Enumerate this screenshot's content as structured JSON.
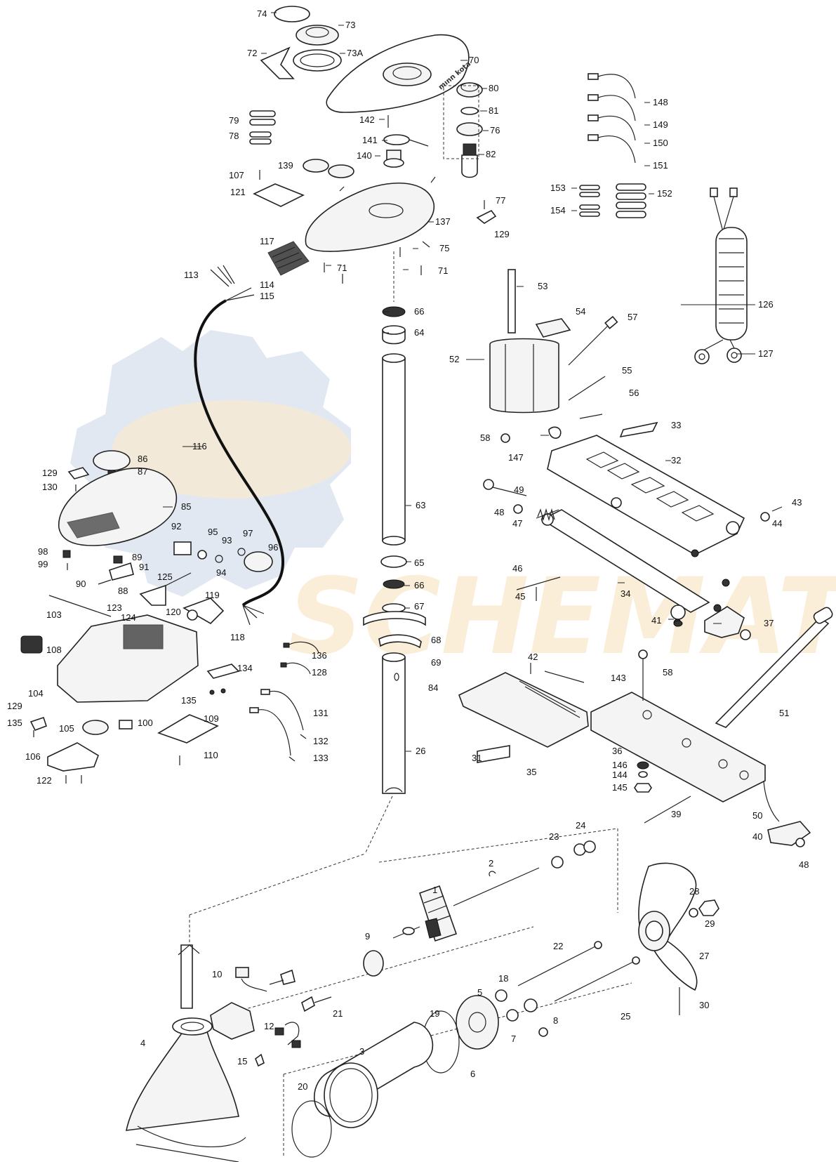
{
  "watermark": {
    "text": "SCHEMATIC",
    "brand_text": "mınn kota",
    "color_blue": "#c9d6e6",
    "color_orange": "#f6d9a8"
  },
  "labels": [
    {
      "id": "74",
      "text": "74"
    },
    {
      "id": "73",
      "text": "73"
    },
    {
      "id": "72",
      "text": "72"
    },
    {
      "id": "73A",
      "text": "73A"
    },
    {
      "id": "70",
      "text": "70"
    },
    {
      "id": "80",
      "text": "80"
    },
    {
      "id": "81",
      "text": "81"
    },
    {
      "id": "76",
      "text": "76"
    },
    {
      "id": "82",
      "text": "82"
    },
    {
      "id": "142",
      "text": "142"
    },
    {
      "id": "141",
      "text": "141"
    },
    {
      "id": "140",
      "text": "140"
    },
    {
      "id": "79",
      "text": "79"
    },
    {
      "id": "78",
      "text": "78"
    },
    {
      "id": "139",
      "text": "139"
    },
    {
      "id": "107",
      "text": "107"
    },
    {
      "id": "121",
      "text": "121"
    },
    {
      "id": "137",
      "text": "137"
    },
    {
      "id": "77",
      "text": "77"
    },
    {
      "id": "129a",
      "text": "129"
    },
    {
      "id": "75",
      "text": "75"
    },
    {
      "id": "117",
      "text": "117"
    },
    {
      "id": "71a",
      "text": "71"
    },
    {
      "id": "71b",
      "text": "71"
    },
    {
      "id": "113",
      "text": "113"
    },
    {
      "id": "114",
      "text": "114"
    },
    {
      "id": "115",
      "text": "115"
    },
    {
      "id": "148",
      "text": "148"
    },
    {
      "id": "149",
      "text": "149"
    },
    {
      "id": "150",
      "text": "150"
    },
    {
      "id": "151",
      "text": "151"
    },
    {
      "id": "153",
      "text": "153"
    },
    {
      "id": "152",
      "text": "152"
    },
    {
      "id": "154",
      "text": "154"
    },
    {
      "id": "126",
      "text": "126"
    },
    {
      "id": "127",
      "text": "127"
    },
    {
      "id": "66a",
      "text": "66"
    },
    {
      "id": "64",
      "text": "64"
    },
    {
      "id": "53",
      "text": "53"
    },
    {
      "id": "54",
      "text": "54"
    },
    {
      "id": "57",
      "text": "57"
    },
    {
      "id": "52",
      "text": "52"
    },
    {
      "id": "55",
      "text": "55"
    },
    {
      "id": "56",
      "text": "56"
    },
    {
      "id": "33",
      "text": "33"
    },
    {
      "id": "58a",
      "text": "58"
    },
    {
      "id": "147",
      "text": "147"
    },
    {
      "id": "32",
      "text": "32"
    },
    {
      "id": "116",
      "text": "116"
    },
    {
      "id": "86",
      "text": "86"
    },
    {
      "id": "87",
      "text": "87"
    },
    {
      "id": "129b",
      "text": "129"
    },
    {
      "id": "130",
      "text": "130"
    },
    {
      "id": "63",
      "text": "63"
    },
    {
      "id": "85",
      "text": "85"
    },
    {
      "id": "49",
      "text": "49"
    },
    {
      "id": "48a",
      "text": "48"
    },
    {
      "id": "43",
      "text": "43"
    },
    {
      "id": "44",
      "text": "44"
    },
    {
      "id": "47",
      "text": "47"
    },
    {
      "id": "92",
      "text": "92"
    },
    {
      "id": "95",
      "text": "95"
    },
    {
      "id": "93",
      "text": "93"
    },
    {
      "id": "97",
      "text": "97"
    },
    {
      "id": "96",
      "text": "96"
    },
    {
      "id": "98",
      "text": "98"
    },
    {
      "id": "99",
      "text": "99"
    },
    {
      "id": "89",
      "text": "89"
    },
    {
      "id": "91",
      "text": "91"
    },
    {
      "id": "94",
      "text": "94"
    },
    {
      "id": "65",
      "text": "65"
    },
    {
      "id": "46",
      "text": "46"
    },
    {
      "id": "90",
      "text": "90"
    },
    {
      "id": "88",
      "text": "88"
    },
    {
      "id": "125",
      "text": "125"
    },
    {
      "id": "66b",
      "text": "66"
    },
    {
      "id": "45",
      "text": "45"
    },
    {
      "id": "34",
      "text": "34"
    },
    {
      "id": "119",
      "text": "119"
    },
    {
      "id": "123",
      "text": "123"
    },
    {
      "id": "120",
      "text": "120"
    },
    {
      "id": "124",
      "text": "124"
    },
    {
      "id": "103",
      "text": "103"
    },
    {
      "id": "67",
      "text": "67"
    },
    {
      "id": "41",
      "text": "41"
    },
    {
      "id": "37",
      "text": "37"
    },
    {
      "id": "118",
      "text": "118"
    },
    {
      "id": "68",
      "text": "68"
    },
    {
      "id": "108",
      "text": "108"
    },
    {
      "id": "136",
      "text": "136"
    },
    {
      "id": "42",
      "text": "42"
    },
    {
      "id": "69",
      "text": "69"
    },
    {
      "id": "143",
      "text": "143"
    },
    {
      "id": "58b",
      "text": "58"
    },
    {
      "id": "134",
      "text": "134"
    },
    {
      "id": "128",
      "text": "128"
    },
    {
      "id": "104",
      "text": "104"
    },
    {
      "id": "84",
      "text": "84"
    },
    {
      "id": "135a",
      "text": "135"
    },
    {
      "id": "129c",
      "text": "129"
    },
    {
      "id": "131",
      "text": "131"
    },
    {
      "id": "51",
      "text": "51"
    },
    {
      "id": "100",
      "text": "100"
    },
    {
      "id": "109",
      "text": "109"
    },
    {
      "id": "105",
      "text": "105"
    },
    {
      "id": "135b",
      "text": "135"
    },
    {
      "id": "132",
      "text": "132"
    },
    {
      "id": "26",
      "text": "26"
    },
    {
      "id": "36",
      "text": "36"
    },
    {
      "id": "31",
      "text": "31"
    },
    {
      "id": "106",
      "text": "106"
    },
    {
      "id": "110",
      "text": "110"
    },
    {
      "id": "133",
      "text": "133"
    },
    {
      "id": "35",
      "text": "35"
    },
    {
      "id": "146",
      "text": "146"
    },
    {
      "id": "144",
      "text": "144"
    },
    {
      "id": "122",
      "text": "122"
    },
    {
      "id": "145",
      "text": "145"
    },
    {
      "id": "39",
      "text": "39"
    },
    {
      "id": "50",
      "text": "50"
    },
    {
      "id": "40",
      "text": "40"
    },
    {
      "id": "48b",
      "text": "48"
    },
    {
      "id": "23",
      "text": "23"
    },
    {
      "id": "24",
      "text": "24"
    },
    {
      "id": "2",
      "text": "2"
    },
    {
      "id": "1",
      "text": "1"
    },
    {
      "id": "28",
      "text": "28"
    },
    {
      "id": "29",
      "text": "29"
    },
    {
      "id": "9",
      "text": "9"
    },
    {
      "id": "22",
      "text": "22"
    },
    {
      "id": "27",
      "text": "27"
    },
    {
      "id": "10",
      "text": "10"
    },
    {
      "id": "18",
      "text": "18"
    },
    {
      "id": "5",
      "text": "5"
    },
    {
      "id": "21",
      "text": "21"
    },
    {
      "id": "8",
      "text": "8"
    },
    {
      "id": "19",
      "text": "19"
    },
    {
      "id": "30",
      "text": "30"
    },
    {
      "id": "25",
      "text": "25"
    },
    {
      "id": "4",
      "text": "4"
    },
    {
      "id": "12",
      "text": "12"
    },
    {
      "id": "7",
      "text": "7"
    },
    {
      "id": "3",
      "text": "3"
    },
    {
      "id": "15",
      "text": "15"
    },
    {
      "id": "6",
      "text": "6"
    },
    {
      "id": "20",
      "text": "20"
    }
  ]
}
